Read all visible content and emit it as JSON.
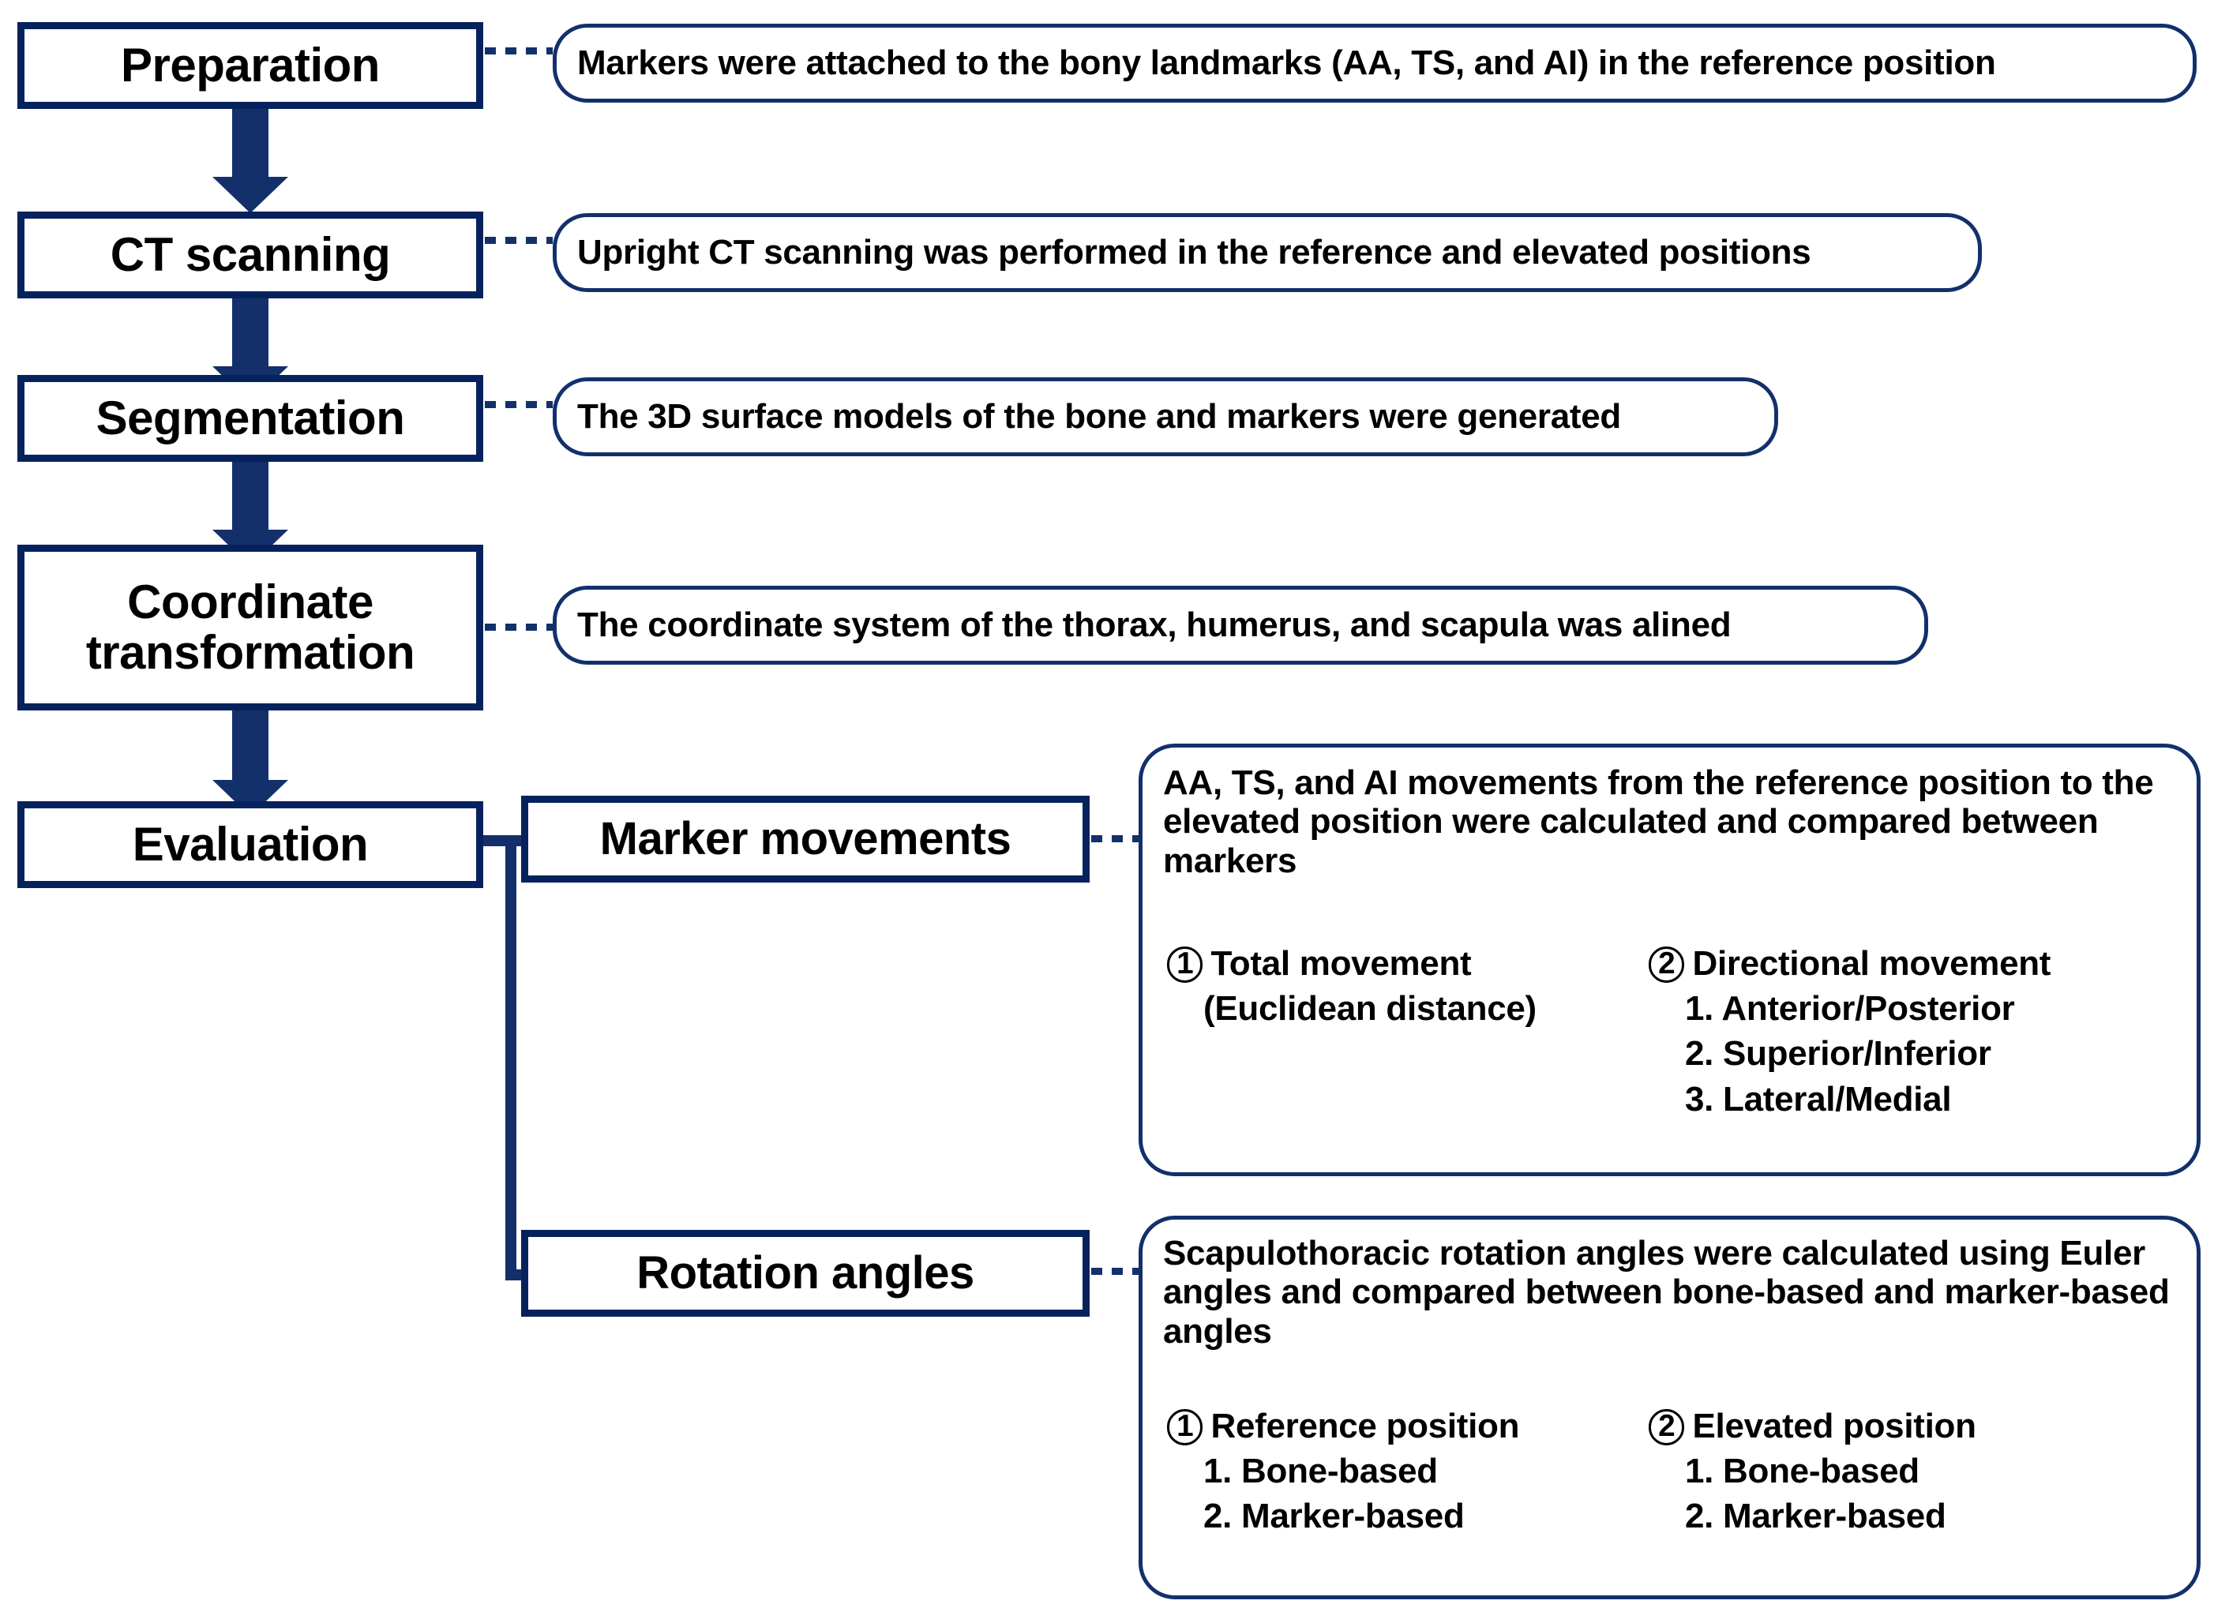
{
  "diagram": {
    "title": "Study workflow flowchart",
    "accent_color": "#13306b",
    "border_color": "#06225c",
    "background": "#ffffff",
    "text_color": "#000000"
  },
  "stages": [
    {
      "id": "preparation",
      "label": "Preparation"
    },
    {
      "id": "ct-scanning",
      "label": "CT scanning"
    },
    {
      "id": "segmentation",
      "label": "Segmentation"
    },
    {
      "id": "coordinate-transformation",
      "label": "Coordinate\ntransformation"
    },
    {
      "id": "evaluation",
      "label": "Evaluation"
    }
  ],
  "callouts": [
    {
      "id": "preparation-note",
      "text": "Markers were attached to the bony landmarks (AA, TS, and AI) in the reference position"
    },
    {
      "id": "ct-scanning-note",
      "text": "Upright CT scanning was performed in the reference and elevated positions"
    },
    {
      "id": "segmentation-note",
      "text": "The 3D surface models of the bone and markers were generated"
    },
    {
      "id": "coordinate-transformation-note",
      "text": "The coordinate system of the thorax, humerus, and scapula was alined"
    }
  ],
  "branches": [
    {
      "id": "marker-movements",
      "label": "Marker movements"
    },
    {
      "id": "rotation-angles",
      "label": "Rotation angles"
    }
  ],
  "marker_movements_detail": {
    "paragraph": "AA, TS, and AI movements from the reference position to the elevated position were calculated and compared between markers",
    "columns": [
      {
        "number": "1",
        "heading": "Total movement",
        "items": [
          "(Euclidean distance)"
        ]
      },
      {
        "number": "2",
        "heading": "Directional movement",
        "items": [
          "1. Anterior/Posterior",
          "2. Superior/Inferior",
          "3. Lateral/Medial"
        ]
      }
    ]
  },
  "rotation_angles_detail": {
    "paragraph": "Scapulothoracic rotation angles  were calculated using Euler angles and compared between bone-based and marker-based angles",
    "columns": [
      {
        "number": "1",
        "heading": "Reference position",
        "items": [
          "1. Bone-based",
          "2. Marker-based"
        ]
      },
      {
        "number": "2",
        "heading": "Elevated position",
        "items": [
          "1. Bone-based",
          "2. Marker-based"
        ]
      }
    ]
  }
}
